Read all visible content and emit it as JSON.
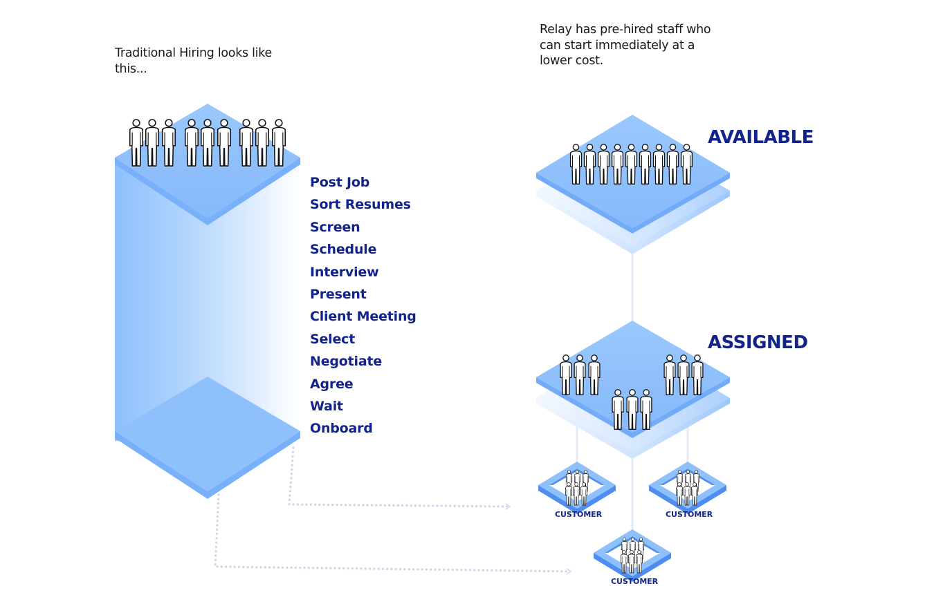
{
  "intro_left": "Traditional Hiring looks like this...",
  "intro_right": "Relay  has pre-hired staff who can start immediately at a lower cost.",
  "steps": [
    "Post Job",
    "Sort Resumes",
    "Screen",
    "Schedule",
    "Interview",
    "Present",
    "Client Meeting",
    "Select",
    "Negotiate",
    "Agree",
    "Wait",
    "Onboard"
  ],
  "labels": {
    "available": "AVAILABLE",
    "assigned": "ASSIGNED",
    "customer_1": "CUSTOMER",
    "customer_2": "CUSTOMER",
    "customer_3": "CUSTOMER"
  },
  "icons": [
    "person-icon",
    "dotted-arrow-icon",
    "platform-icon",
    "customer-frame-icon"
  ],
  "colors": {
    "platform": "#8ec0fc",
    "platform_edge": "#6ea8f6",
    "text_dark": "#13238c",
    "connector": "#c9d6e8"
  }
}
